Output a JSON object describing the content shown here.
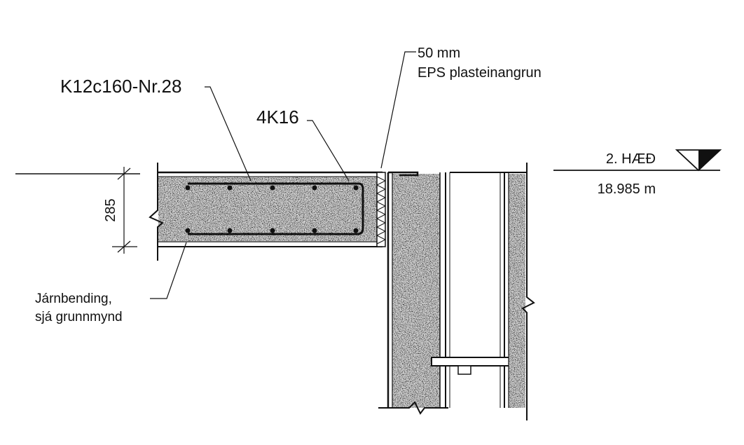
{
  "labels": {
    "rebar_mesh": "K12c160-Nr.28",
    "rebar_bars": "4K16",
    "insulation_line1": "50 mm",
    "insulation_line2": "EPS plasteinangrun",
    "level_name": "2. HÆÐ",
    "level_value": "18.985 m",
    "slab_thickness": "285",
    "reinforcement_line1": "Járnbending,",
    "reinforcement_line2": "sjá grunnmynd"
  },
  "colors": {
    "ink": "#111111",
    "concrete_fill": "#bdbdbd",
    "background": "#ffffff"
  }
}
